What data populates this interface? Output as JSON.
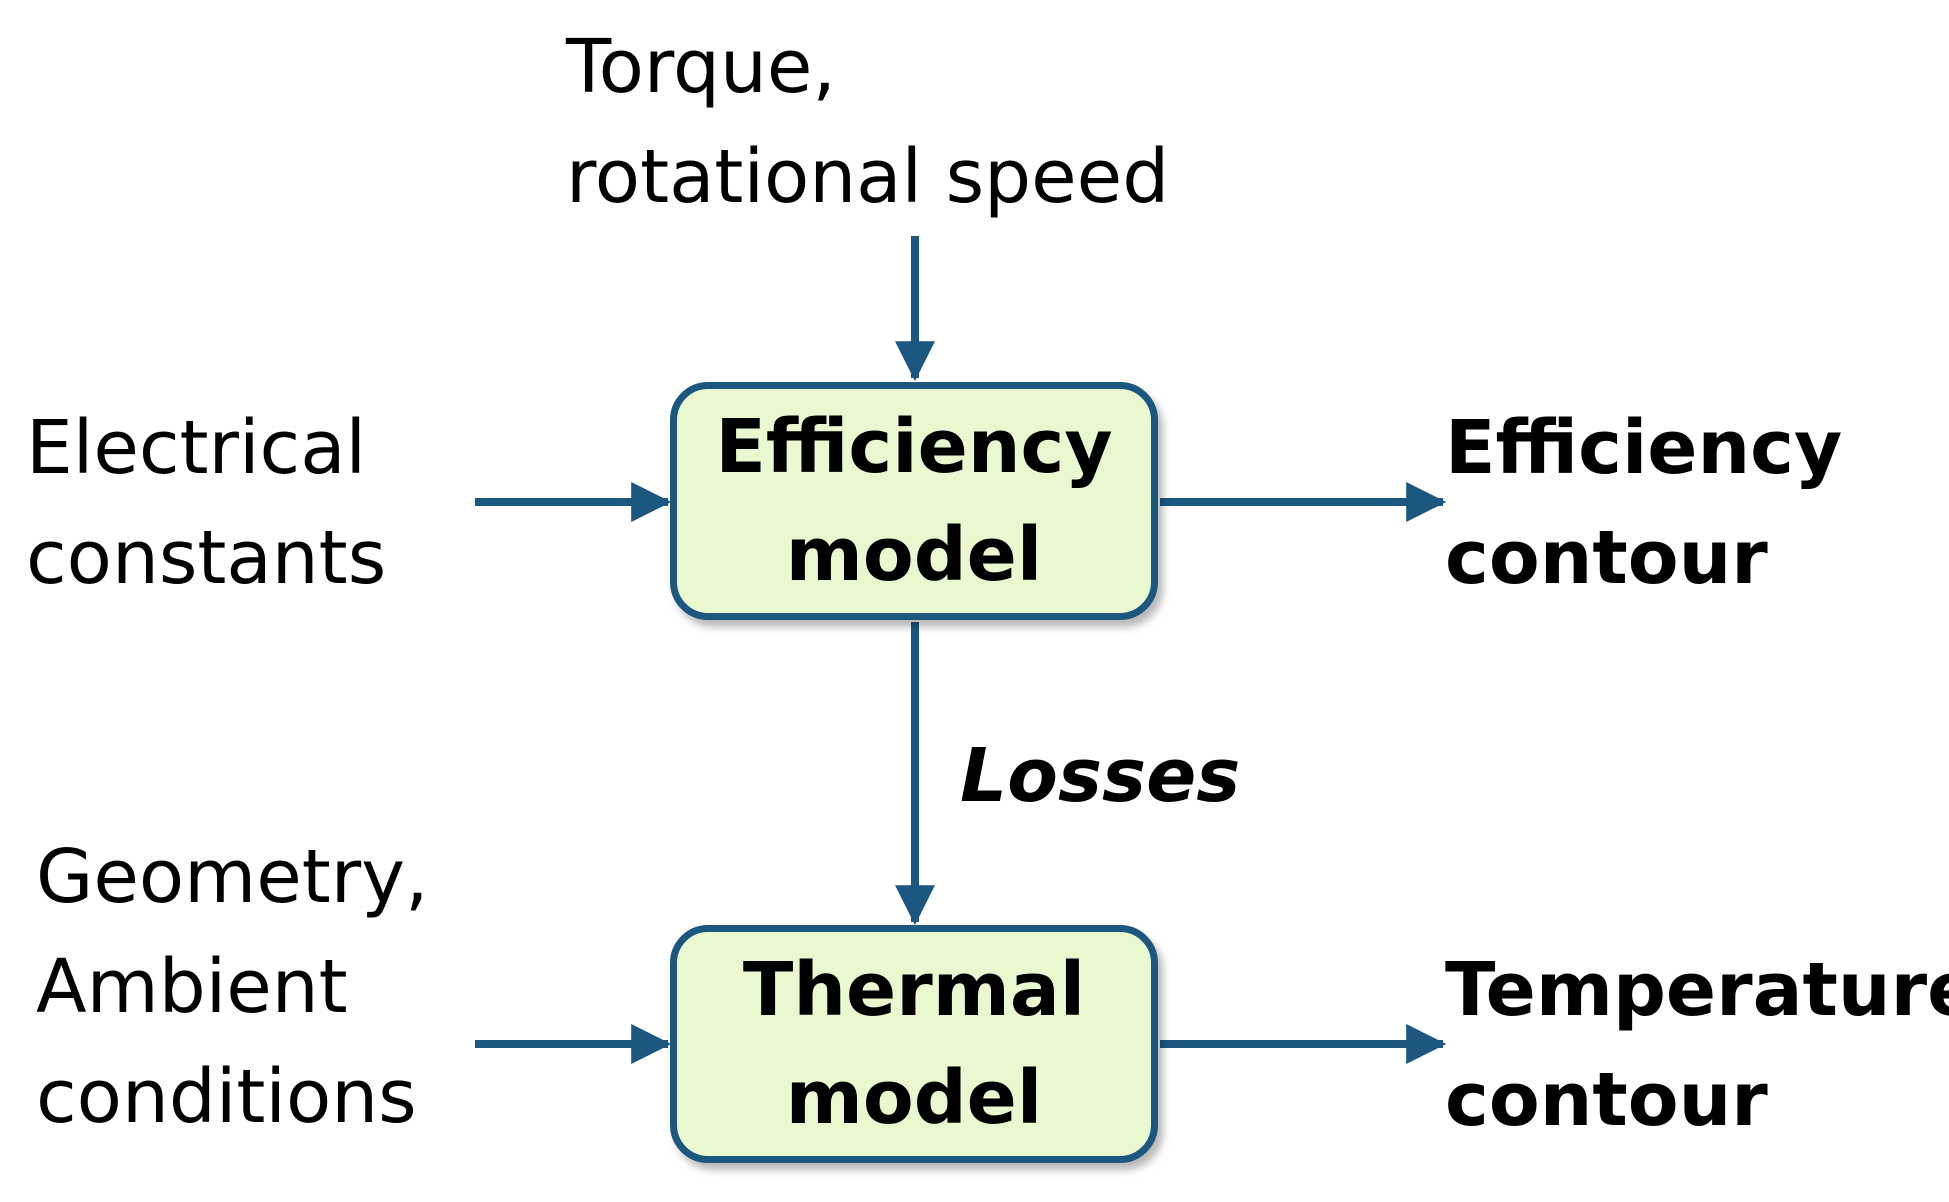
{
  "colors": {
    "arrow": "#1c5780",
    "box_fill": "#e9f8cf",
    "box_border": "#1c5780",
    "text": "#000000"
  },
  "inputs": {
    "torque_speed": [
      "Torque,",
      "rotational speed"
    ],
    "electrical": [
      "Electrical",
      "constants"
    ],
    "geometry": [
      "Geometry,",
      "Ambient",
      "conditions"
    ]
  },
  "boxes": {
    "efficiency": [
      "Efficiency",
      "model"
    ],
    "thermal": [
      "Thermal",
      "model"
    ]
  },
  "edge_labels": {
    "losses": "Losses"
  },
  "outputs": {
    "efficiency_contour": [
      "Efficiency",
      "contour"
    ],
    "temperature_contour": [
      "Temperature",
      "contour"
    ]
  }
}
